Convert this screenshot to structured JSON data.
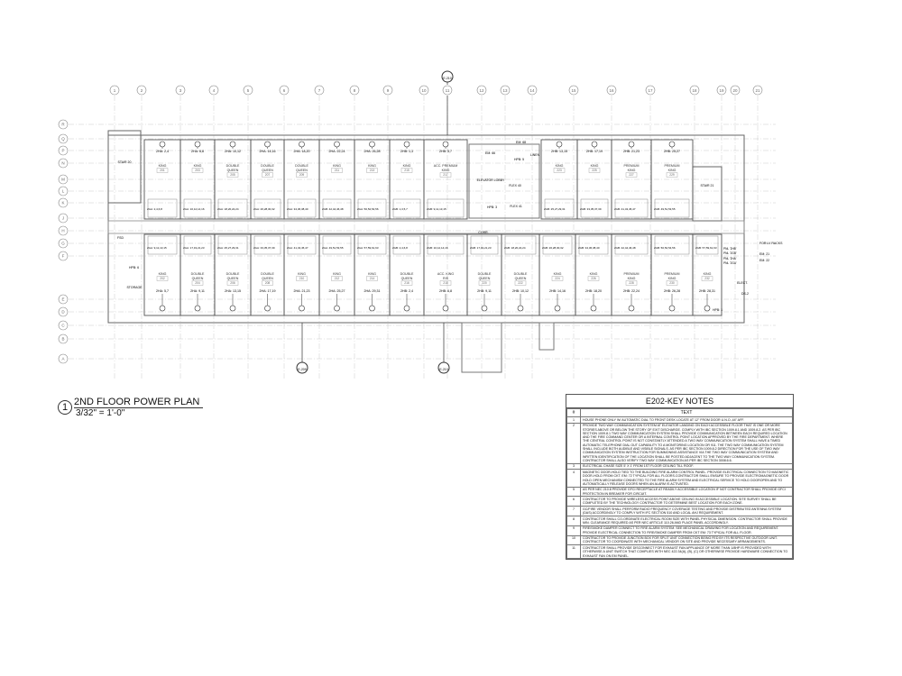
{
  "plan": {
    "title": "2ND FLOOR POWER PLAN",
    "scale": "3/32\" = 1'-0\"",
    "view_number": "1",
    "section_refs": [
      "E-209",
      "E-210",
      "E-210"
    ]
  },
  "grid_columns": [
    "1",
    "2",
    "3",
    "4",
    "5",
    "6",
    "7",
    "8",
    "9",
    "10",
    "11",
    "12",
    "13",
    "14",
    "15",
    "16",
    "17",
    "18",
    "19",
    "20",
    "21"
  ],
  "grid_rows": [
    "R",
    "Q",
    "P",
    "N",
    "M",
    "L",
    "K",
    "J",
    "H",
    "G",
    "F",
    "E",
    "D",
    "C",
    "B",
    "A"
  ],
  "rooms_north": [
    {
      "type": "KING",
      "number": "201",
      "circuit": "2HA: 2,4"
    },
    {
      "type": "KING",
      "number": "203",
      "circuit": "2HA: 6,8"
    },
    {
      "type": "DOUBLE QUEEN",
      "number": "205",
      "circuit": "2HA: 10,12"
    },
    {
      "type": "DOUBLE QUEEN",
      "number": "207",
      "circuit": "2HA: 14,16"
    },
    {
      "type": "DOUBLE QUEEN",
      "number": "209",
      "circuit": "2HA: 18,20"
    },
    {
      "type": "KING",
      "number": "211",
      "circuit": "2HA: 22,24"
    },
    {
      "type": "KING",
      "number": "213",
      "circuit": "2HA: 26,28"
    },
    {
      "type": "KING",
      "number": "215",
      "circuit": "2HB: 1,3"
    },
    {
      "type": "ACC. PREMIUM KING",
      "number": "217",
      "circuit": "2HB: 5,7"
    },
    {
      "type": "KING",
      "number": "223",
      "circuit": "2HB: 13,15"
    },
    {
      "type": "KING",
      "number": "225",
      "circuit": "2HB: 17,19"
    },
    {
      "type": "PREMIUM KING",
      "number": "227",
      "circuit": "2HB: 21,23"
    },
    {
      "type": "PREMIUM KING",
      "number": "229",
      "circuit": "2HB: 25,27"
    }
  ],
  "rooms_south": [
    {
      "type": "KING",
      "number": "202",
      "circuit": "2HA: 5,7"
    },
    {
      "type": "DOUBLE QUEEN",
      "number": "204",
      "circuit": "2HA: 9,11"
    },
    {
      "type": "DOUBLE QUEEN",
      "number": "206",
      "circuit": "2HA: 13,15"
    },
    {
      "type": "DOUBLE QUEEN",
      "number": "208",
      "circuit": "2HA: 17,19"
    },
    {
      "type": "KING",
      "number": "210",
      "circuit": "2HA: 21,23"
    },
    {
      "type": "KING",
      "number": "212",
      "circuit": "2HA: 25,27"
    },
    {
      "type": "KING",
      "number": "214",
      "circuit": "2HA: 29,31"
    },
    {
      "type": "DOUBLE QUEEN",
      "number": "216",
      "circuit": "2HB: 2,4"
    },
    {
      "type": "ACC. KING RIS",
      "number": "218",
      "circuit": "2HB: 6,8"
    },
    {
      "type": "DOUBLE QUEEN",
      "number": "220",
      "circuit": "2HB: 9,11"
    },
    {
      "type": "DOUBLE QUEEN",
      "number": "222",
      "circuit": "2HB: 10,12"
    },
    {
      "type": "KING",
      "number": "224",
      "circuit": "2HB: 14,16"
    },
    {
      "type": "KING",
      "number": "226",
      "circuit": "2HB: 18,20"
    },
    {
      "type": "PREMIUM KING",
      "number": "228",
      "circuit": "2HB: 22,24"
    },
    {
      "type": "PREMIUM KING",
      "number": "230",
      "circuit": "2HB: 26,28"
    },
    {
      "type": "KING",
      "number": "232",
      "circuit": "2HB: 28,31"
    }
  ],
  "bath_circuits_north": [
    "2GA: 2,4,6,8",
    "2GA: 10,12,14,16",
    "2GA: 18,20,22,24",
    "2GA: 26,28,30,32",
    "2GA: 34,36,38,40",
    "2GB: 42,44,46,48",
    "2GA: 50,52,54,56",
    "2GB: 1,3,5,7",
    "2GB: 9,11,13,15",
    "2GB: 25,27,29,31",
    "2GB: 33,35,37,39",
    "2GB: 41,43,45,47",
    "2GB: 49,51,53,55"
  ],
  "bath_circuits_south": [
    "2GA: 9,11,13,15",
    "2GA: 17,19,21,23",
    "2GA: 25,27,29,31",
    "2GA: 33,35,37,39",
    "2GA: 41,43,45,47",
    "2GA: 49,51,53,55",
    "2GA: 57,59,61,63",
    "2GB: 2,4,6,8",
    "2GB: 10,12,14,16",
    "2GB: 17,19,21,23",
    "2GB: 18,20,22,24",
    "2GB: 26,28,30,32",
    "2GB: 34,36,38,40",
    "2GB: 42,44,46,48",
    "2GB: 50,52,54,56",
    "2GB: 57,59,61,63"
  ],
  "spaces": {
    "stair_west": "STAIR 20",
    "stair_east": "STAIR 21",
    "elevator_lobby": "ELEVATOR LOBBY",
    "linen": "LINEN",
    "flex_1": "FLEX 40",
    "flex_2": "FLEX 41",
    "corridor": "CORR.",
    "storage": "STORAGE",
    "elect": "ELECT."
  },
  "callouts": {
    "hpb_1": "HPB: 1",
    "hpb_3": "HPB: 3",
    "hpb_5": "HPB: 5",
    "hpb_6": "HPB: 6",
    "em_66": "EM: 66",
    "em_68": "EM: 68",
    "em_21": "EM: 21",
    "em_22": "EM: 22",
    "fsd": "FSD",
    "for_racks": "FOR LV RACKS",
    "ds": "DS-2",
    "pnl": [
      "PNL '2HB'",
      "PNL '2GB'",
      "PNL '2HA'",
      "PNL '2GA'"
    ]
  },
  "key_notes": {
    "title": "E202-KEY NOTES",
    "col_text": "TEXT",
    "items": [
      {
        "n": "1",
        "text": "HOUSE PHONE ONLY W/ AUTOMATIC DIAL TO FRONT DESK LOCATE AT 12\" FROM DOOR U.N.O.,44\" AFF."
      },
      {
        "n": "2",
        "text": "PROVIDE TWO WAY COMMUNICATION SYSTEM AT ELEVATOR LANDING ON EACH ACCESSIBLE FLOOR THAT IS ONE OR MORE STORIES ABOVE OR BELOW THE STORY OF EXIT DISCHARGE. COMPLY WITH IBC SECTION 1009.8.1 AND 1009.8.2. AS PER IBC SECTION 1009.8.1 TWO WAY COMMUNICATION SYSTEM SHALL PROVIDE COMMUNICATION BETWEEN EACH REQUIRED LOCATION AND THE FIRE COMMAND CENTER OR A INTERNAL CONTROL POINT LOCATION APPROVED BY THE FIRE DEPARTMENT. WHERE THE CENTRAL CONTROL POINT IS NOT CONSTANTLY ATTENDED A TWO WAY COMMUNICATION SYSTEM SHALL HAVE A TIMED AUTOMATIC TELEPHONE DIAL OUT CAPABILITY TO A MONITORING LOCATION OR 911. THE TWO WAY COMMUNICATION SYSTEM SHALL INCLUDE BOTH AUDIBLE AND VISIBLE SIGNALS. AS PER IBC SECTION 1009.8.2 DIRECTION FOR THE USE OF TWO WAY COMMUNICATION SYSTEM INSTRUCTION FOR SUMMONING ASSISTANCE VIA THE TWO WAY COMMUNICATION SYSTEM AND WRITTEN IDENTIFICATION OF THE LOCATION SHALL BE POSTED ADJACENT TO THE TWO WAY COMMUNICATION SYSTEM. CONTRACTOR SHALL ALSO VERIFY TWO WAY COMMUNICATION AS PER IBC SECTION 3008.6.6."
      },
      {
        "n": "3",
        "text": "ELECTRICAL CHASE SIZE 5' X 1' FROM 1ST FLOOR CEILING TILL ROOF."
      },
      {
        "n": "4",
        "text": "MAGNETIC DOOR-HOLD TIED TO THE BUILDING FIRE ALARM CONTROL PANEL. PROVIDE ELECTRICAL CONNECTION TO MAGNETIC DOOR-HOLD FROM CKT. EM: 72 TYPICAL FOR ALL FLOORS.CONTRACTOR SHALL ENSURE TO PROVIDE ELECTROMAGNETIC DOOR HOLD OPEN MECHANISM CONNECTED TO THE FIRE ALARM SYSTEM AND ELECTRICAL SERVICE TO HOLD DOOROPEN AND TO AUTOMATICALLY RELEASE DOORS WHEN AN ALARM IS ACTIVATED."
      },
      {
        "n": "5",
        "text": "AS PER NEC 210.8 PROVIDE GFCI RECEPTACLE AT READILY ACCESSIBLE LOCATION IF NOT CONTRACTOR SHALL PROVIDE GFCI PROTECTION IN BREAKER FOR CIRCUIT."
      },
      {
        "n": "6",
        "text": "CONTRACTOR TO PROVIDE WIRELESS ACCESS POINT ABOVE CEILING IN ACCESSIBLE LOCATION. SITE SURVEY SHALL BE COMPLETED BY THE TECHNOLOGY CONTRACTOR TO DETERMINE BEST LOCATION FOR EACH ZONE."
      },
      {
        "n": "7",
        "text": "GC/FIRE VENDOR SHALL PERFORM RADIO FREQUENCY COVERAGE TESTING AND PROVIDE DISTRIBUTED ANTENNA SYSTEM (DAS) ACCORDINGLY TO COMPLY WITH IFC SECTION 510 AND LOCAL AHJ REQUIREMENT."
      },
      {
        "n": "8",
        "text": "CONTRACTOR SHALL CO-ORDINATE ELECTRICAL ROOM SIZE WITH PANEL PHYSICAL DIMENSION. CONTRACTOR SHALL PROVIDE MIN. CLEARANCE REQUIRED AS PER NEC ARTICLE 110.26 AND PLACE PANEL ACCORDINGLY."
      },
      {
        "n": "9",
        "text": "FIRE/SMOKE DAMPER CONNECT TO FIRE ALARM SYSTEM. SEE MECHANICAL DRAWING FOR LOCATION AND REQUIREMENT. PROVIDE ELECTRICAL CONNECTION TO FIRE/SMOKE DAMPER FROM CKT EM: 73 TYPICAL FOR ALL FLOOR."
      },
      {
        "n": "10",
        "text": "CONTRACTOR TO PROVIDE JUNCTION BOX FOR SPLIT UNIT CONNECTION BEING FED BY ITS RESPECTIVE OUTDOOR UNIT. CONTRACTOR TO COORDINATE WITH MECHANICAL VENDOR ON SITE AND PROVIDE NECESSARY ARRANGEMENTS."
      },
      {
        "n": "11",
        "text": "CONTRACTOR SHALL PROVIDE DISCONNECT FOR EXHAUST FAN APPLIANCE OF MORE THAN 1/8HP IS PROVIDED WITH OTHERWISE A UNIT SWITCH THAT COMPLIES WITH NEC 422.34(A), (B), (C) OR OTHERWISE PROVIDE HARDWARE CONNECTION TO EXHAUST FAN ON EM PANEL."
      }
    ]
  }
}
